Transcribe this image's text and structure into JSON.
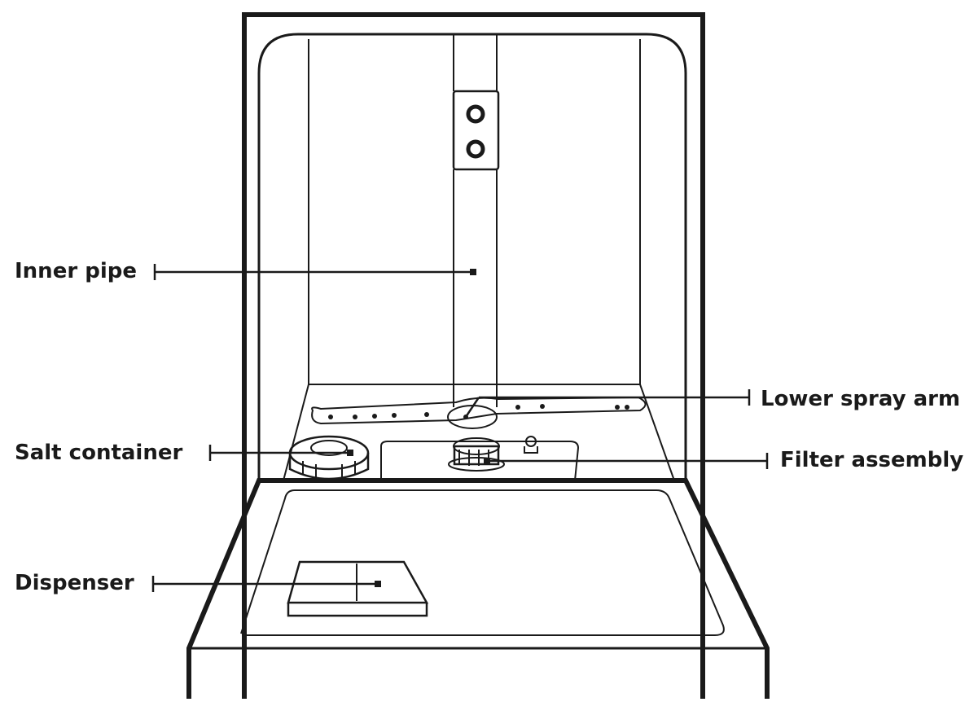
{
  "labels": {
    "inner_pipe": "Inner pipe",
    "lower_spray_arm": "Lower spray arm",
    "salt_container": "Salt container",
    "filter_assembly": "Filter assembly",
    "dispenser": "Dispenser"
  },
  "colors": {
    "line": "#1a1a1a",
    "background": "#ffffff",
    "accent_fill": "#dcdcdc"
  }
}
